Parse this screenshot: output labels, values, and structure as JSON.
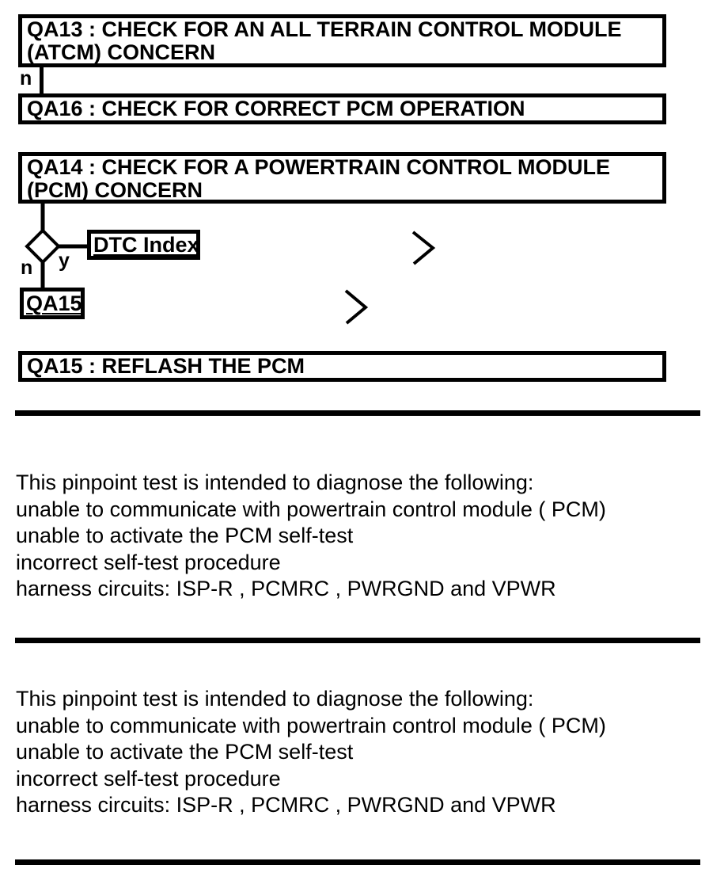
{
  "page": {
    "background": "#ffffff",
    "ink": "#000000"
  },
  "flowchart": {
    "qa13": {
      "line1": "QA13 : CHECK FOR AN ALL TERRAIN CONTROL MODULE",
      "line2": "(ATCM) CONCERN"
    },
    "qa16": {
      "label": "QA16 : CHECK FOR CORRECT PCM OPERATION"
    },
    "qa14": {
      "line1": "QA14 : CHECK FOR A POWERTRAIN CONTROL MODULE",
      "line2": "(PCM) CONCERN"
    },
    "qa15_action": {
      "label": "QA15 : REFLASH THE PCM"
    },
    "dtc_link": {
      "label": "DTC Index"
    },
    "qa15_link": {
      "label": "QA15"
    },
    "branches": {
      "qa13_no": "n",
      "qa14_no": "n",
      "qa14_yes": "y"
    }
  },
  "sections": {
    "pinpoint_1": {
      "lines": [
        "This pinpoint test is intended to diagnose the following:",
        "unable to communicate with powertrain control module ( PCM)",
        "unable to activate the PCM self-test",
        "incorrect self-test procedure",
        "harness circuits: ISP-R , PCMRC , PWRGND and VPWR"
      ]
    },
    "pinpoint_2": {
      "lines": [
        "This pinpoint test is intended to diagnose the following:",
        "unable to communicate with powertrain control module ( PCM)",
        "unable to activate the PCM self-test",
        "incorrect self-test procedure",
        "harness circuits: ISP-R , PCMRC , PWRGND and VPWR"
      ]
    }
  }
}
